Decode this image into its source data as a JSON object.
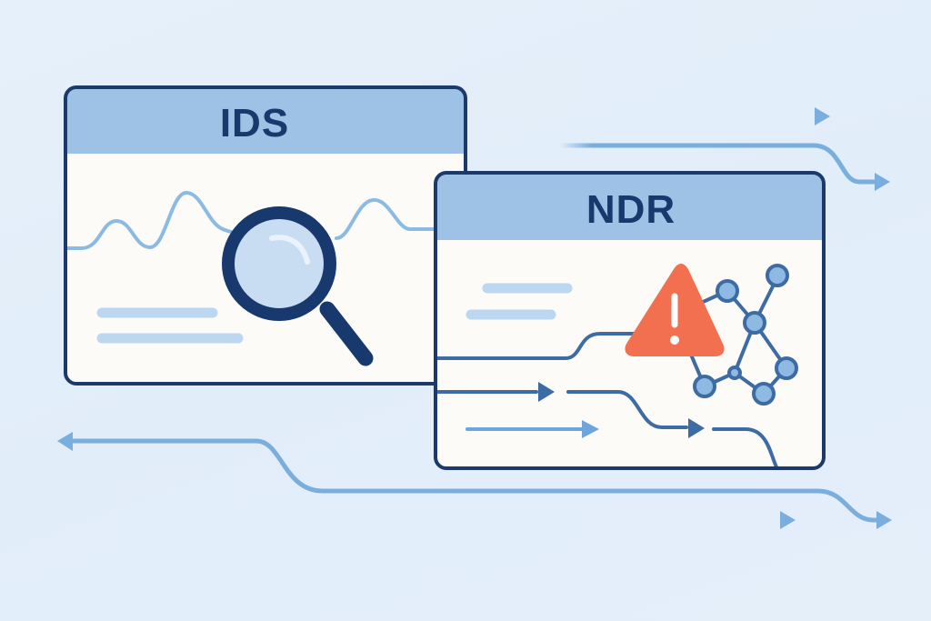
{
  "colors": {
    "background": "#e3eef9",
    "panel_border": "#1b3a6b",
    "panel_header": "#9dc2e6",
    "panel_body": "#fcfbf7",
    "title_text": "#17396e",
    "flow_light": "#79aedd",
    "flow_dark": "#3d6ba3",
    "placeholder_line": "#bcd7f0",
    "alert": "#f2704f",
    "node_fill": "#8db9e3"
  },
  "panels": [
    {
      "id": "ids",
      "title": "IDS",
      "icon": "magnifying-glass-icon",
      "content": [
        "waveform",
        "text-line",
        "text-line"
      ]
    },
    {
      "id": "ndr",
      "title": "NDR",
      "icon": "warning-triangle-icon",
      "content": [
        "text-line",
        "text-line",
        "traffic-flows",
        "network-graph"
      ]
    }
  ],
  "flows": [
    {
      "direction": "right",
      "style": "straight"
    },
    {
      "direction": "right",
      "style": "curved"
    },
    {
      "direction": "none",
      "style": "faded"
    },
    {
      "direction": "left",
      "style": "curved"
    },
    {
      "direction": "right",
      "style": "curved"
    },
    {
      "direction": "right",
      "style": "straight"
    }
  ]
}
